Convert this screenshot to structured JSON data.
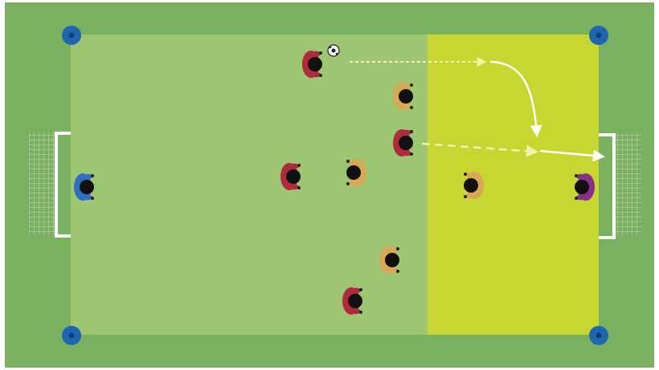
{
  "diagram": {
    "colors": {
      "outer_grass": "#79b160",
      "pitch": "#9dc572",
      "attacking_zone": "#c8d632",
      "cone": "#1f66b0",
      "cone_ring": "#0f3f78",
      "team_red": "#b02a3d",
      "team_gold": "#d9a855",
      "goalkeeper_left": "#2f6fc4",
      "goalkeeper_right": "#8a2f8a",
      "head": "#111111",
      "arrow": "#ffffff",
      "arrow_dashed": "#f4f0b0",
      "goal_frame": "#ffffff",
      "goal_net": "#e9efe3"
    },
    "players": [
      {
        "team": "red",
        "facing": "right",
        "has_ball": true
      },
      {
        "team": "gold",
        "facing": "right"
      },
      {
        "team": "red",
        "facing": "right"
      },
      {
        "team": "red",
        "facing": "right"
      },
      {
        "team": "gold",
        "facing": "left"
      },
      {
        "team": "gold",
        "facing": "left"
      },
      {
        "team": "gold",
        "facing": "right"
      },
      {
        "team": "red",
        "facing": "right"
      }
    ],
    "goalkeepers": [
      {
        "side": "left",
        "team": "blue"
      },
      {
        "side": "right",
        "team": "purple"
      }
    ],
    "icons": [
      "ball-icon",
      "cone-icon",
      "goal-icon"
    ],
    "movements": [
      {
        "type": "dribble",
        "style": "dashed"
      },
      {
        "type": "run",
        "style": "solid-curved"
      },
      {
        "type": "pass",
        "style": "dashed"
      },
      {
        "type": "shot",
        "style": "solid"
      }
    ]
  }
}
